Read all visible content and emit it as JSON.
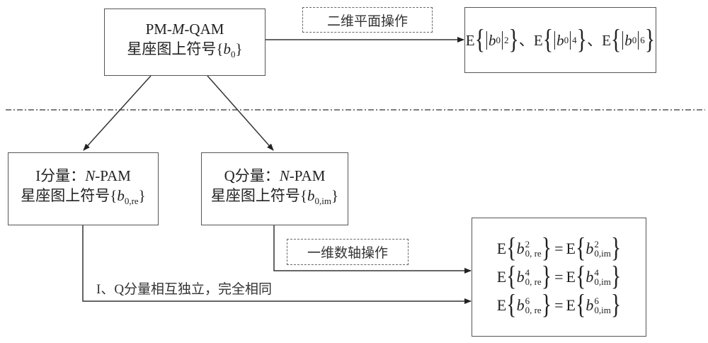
{
  "nodes": {
    "source": {
      "line1_pre": "PM-",
      "line1_ital": "M",
      "line1_post": "-QAM",
      "line2": "星座图上符号",
      "symbol": "b",
      "sub": "0"
    },
    "i_branch": {
      "line1_pre": "I分量：",
      "line1_ital": "N",
      "line1_post": "-PAM",
      "line2": "星座图上符号",
      "symbol": "b",
      "sub": "0,re"
    },
    "q_branch": {
      "line1_pre": "Q分量：",
      "line1_ital": "N",
      "line1_post": "-PAM",
      "line2": "星座图上符号",
      "symbol": "b",
      "sub": "0,im"
    },
    "moments_2d": {
      "operator": "E",
      "symbol": "b",
      "sub": "0",
      "separator": "、",
      "powers": [
        "2",
        "4",
        "6"
      ]
    },
    "moments_1d": {
      "operator": "E",
      "symbol": "b",
      "sub_left": "0, re",
      "sub_right": "0,im",
      "equals": "=",
      "powers": [
        "2",
        "4",
        "6"
      ]
    }
  },
  "edge_labels": {
    "two_d": "二维平面操作",
    "one_d": "一维数轴操作",
    "independent": "I、Q分量相互独立，完全相同"
  },
  "colors": {
    "line": "#333333",
    "border": "#555555",
    "divider": "#555555"
  }
}
